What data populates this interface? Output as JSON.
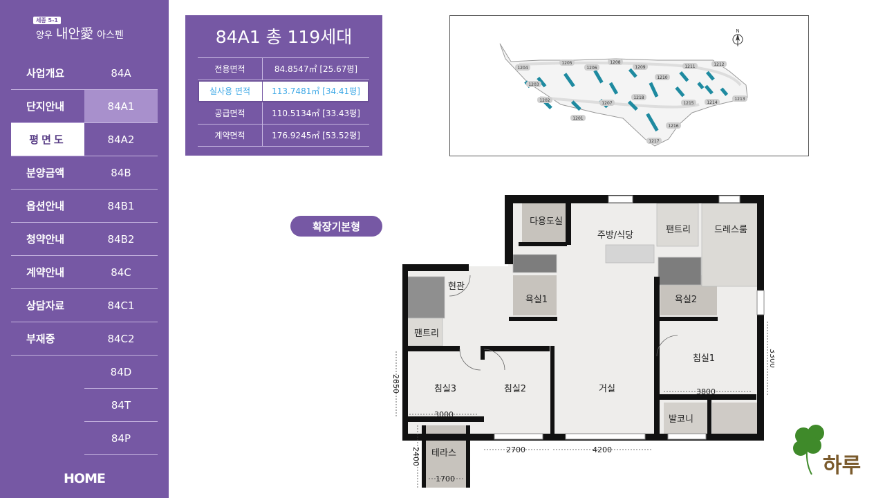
{
  "logo": {
    "badge": "세종 5-1",
    "brand": "양우",
    "name": "내안愛",
    "suffix": "아스펜"
  },
  "nav": {
    "left_items": [
      "사업개요",
      "단지안내",
      "평면도",
      "분양금액",
      "옵션안내",
      "청약안내",
      "계약안내",
      "상담자료",
      "부재중"
    ],
    "left_active": "평면도",
    "right_items": [
      "84A",
      "84A1",
      "84A2",
      "84B",
      "84B1",
      "84B2",
      "84C",
      "84C1",
      "84C2",
      "84D",
      "84T",
      "84P"
    ],
    "right_active": "84A1",
    "home_label": "HOME"
  },
  "info": {
    "title": "84A1 총 119세대",
    "rows": [
      {
        "label": "전용면적",
        "value": "84.8547㎡ [25.67평]",
        "highlight": false
      },
      {
        "label": "실사용 면적",
        "value": "113.7481㎡ [34.41평]",
        "highlight": true
      },
      {
        "label": "공급면적",
        "value": "110.5134㎡ [33.43평]",
        "highlight": false
      },
      {
        "label": "계약면적",
        "value": "176.9245㎡ [53.52평]",
        "highlight": false
      }
    ]
  },
  "site_plan": {
    "north_label": "N",
    "buildings": [
      "1204",
      "1205",
      "1206",
      "1208",
      "1209",
      "1211",
      "1212",
      "1203",
      "1210",
      "1202",
      "1207",
      "1218",
      "1215",
      "1214",
      "1213",
      "1201",
      "1216",
      "1217"
    ]
  },
  "floor_plan": {
    "type_label": "확장기본형",
    "rooms": {
      "utility": "다용도실",
      "kitchen": "주방/식당",
      "pantry_top": "팬트리",
      "dressroom": "드레스룸",
      "entrance": "현관",
      "bath1": "욕실1",
      "bath2": "욕실2",
      "pantry_left": "팬트리",
      "bedroom1": "침실1",
      "bedroom2": "침실2",
      "bedroom3": "침실3",
      "living": "거실",
      "balcony": "발코니",
      "terrace": "테라스"
    },
    "dims": {
      "d3300": "3300",
      "d3800": "3800",
      "d2850": "2850",
      "d3000": "3000",
      "d2700": "2700",
      "d4200": "4200",
      "d2400": "2400",
      "d1700": "1700"
    }
  },
  "clover_logo": {
    "text": "하루"
  },
  "colors": {
    "brand_purple": "#7658a4",
    "active_light": "#a890cc",
    "highlight_text": "#3da8e6",
    "building_teal": "#1e8aa0"
  }
}
